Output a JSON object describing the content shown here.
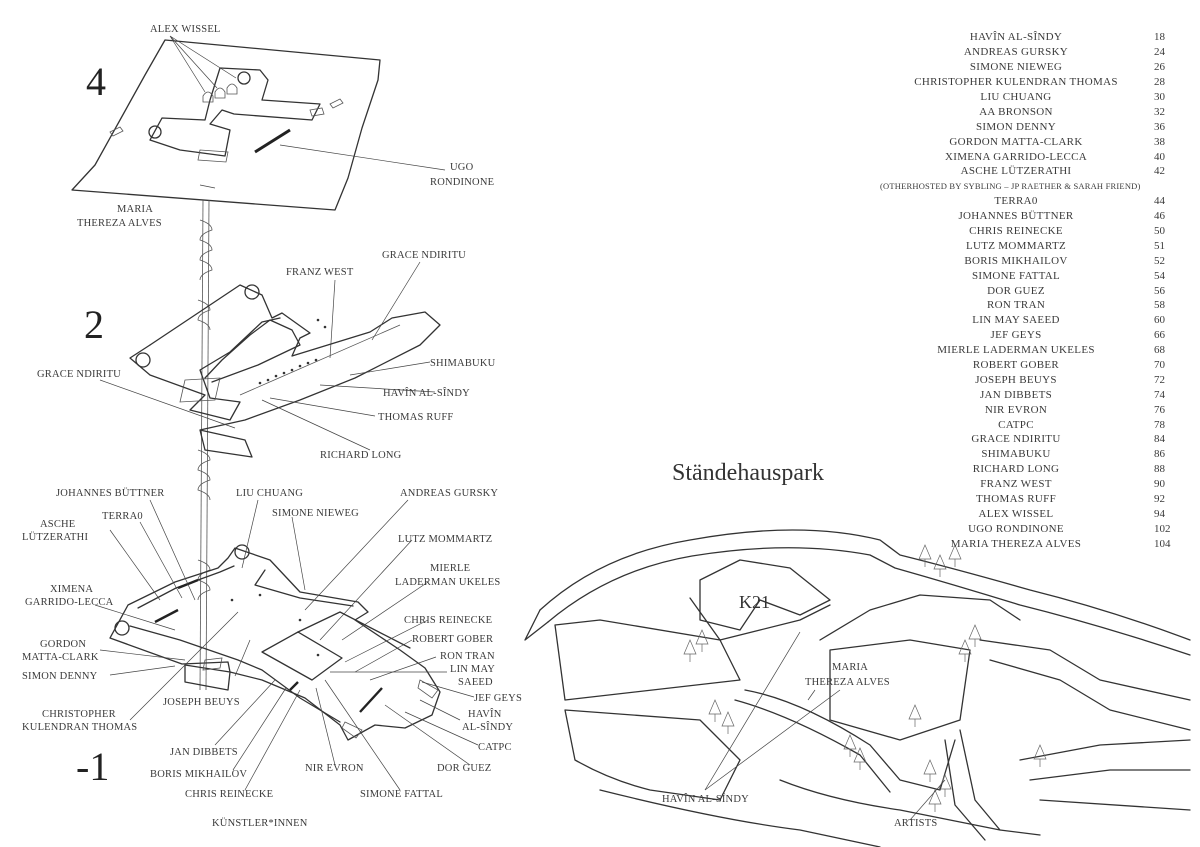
{
  "floors": [
    "4",
    "2",
    "-1"
  ],
  "floor4_labels": [
    "ALEX WISSEL",
    "UGO",
    "RONDINONE",
    "MARIA",
    "THEREZA ALVES"
  ],
  "floor2_labels": [
    "FRANZ WEST",
    "GRACE NDIRITU",
    "GRACE NDIRITU",
    "SHIMABUKU",
    "HAVÎN AL-SÎNDY",
    "THOMAS RUFF",
    "RICHARD LONG"
  ],
  "floor_minus1_labels": [
    "JOHANNES BÜTTNER",
    "LIU CHUANG",
    "ANDREAS GURSKY",
    "ASCHE",
    "LÜTZERATHI",
    "TERRA0",
    "SIMONE NIEWEG",
    "LUTZ MOMMARTZ",
    "MIERLE",
    "LADERMAN UKELES",
    "XIMENA",
    "GARRIDO-LECCA",
    "CHRIS REINECKE",
    "ROBERT GOBER",
    "GORDON",
    "MATTA-CLARK",
    "RON TRAN",
    "LIN MAY",
    "SAEED",
    "SIMON DENNY",
    "JEF GEYS",
    "HAVÎN",
    "AL-SÎNDY",
    "CHRISTOPHER",
    "KULENDRAN THOMAS",
    "JOSEPH BEUYS",
    "CATPC",
    "JAN DIBBETS",
    "BORIS MIKHAILOV",
    "NIR EVRON",
    "DOR GUEZ",
    "CHRIS REINECKE",
    "SIMONE FATTAL"
  ],
  "artists_heading": "KÜNSTLER*INNEN",
  "park": {
    "title": "Ständehauspark",
    "building": "K21",
    "labels": [
      "MARIA",
      "THEREZA ALVES",
      "HAVÎN AL-SÎNDY"
    ],
    "artists_heading": "ARTISTS"
  },
  "index": [
    {
      "name": "HAVÎN AL-SÎNDY",
      "page": "18"
    },
    {
      "name": "ANDREAS GURSKY",
      "page": "24"
    },
    {
      "name": "SIMONE NIEWEG",
      "page": "26"
    },
    {
      "name": "CHRISTOPHER KULENDRAN THOMAS",
      "page": "28"
    },
    {
      "name": "LIU CHUANG",
      "page": "30"
    },
    {
      "name": "AA BRONSON",
      "page": "32"
    },
    {
      "name": "SIMON DENNY",
      "page": "36"
    },
    {
      "name": "GORDON MATTA-CLARK",
      "page": "38"
    },
    {
      "name": "XIMENA GARRIDO-LECCA",
      "page": "40"
    },
    {
      "name": "ASCHE LÜTZERATHI",
      "page": "42"
    },
    {
      "name": "(OTHERHOSTED BY SYBLING – JP RAETHER & SARAH FRIEND)",
      "page": "",
      "note": true
    },
    {
      "name": "TERRA0",
      "page": "44"
    },
    {
      "name": "JOHANNES BÜTTNER",
      "page": "46"
    },
    {
      "name": "CHRIS REINECKE",
      "page": "50"
    },
    {
      "name": "LUTZ MOMMARTZ",
      "page": "51"
    },
    {
      "name": "BORIS MIKHAILOV",
      "page": "52"
    },
    {
      "name": "SIMONE FATTAL",
      "page": "54"
    },
    {
      "name": "DOR GUEZ",
      "page": "56"
    },
    {
      "name": "RON TRAN",
      "page": "58"
    },
    {
      "name": "LIN MAY SAEED",
      "page": "60"
    },
    {
      "name": "JEF GEYS",
      "page": "66"
    },
    {
      "name": "MIERLE LADERMAN UKELES",
      "page": "68"
    },
    {
      "name": "ROBERT GOBER",
      "page": "70"
    },
    {
      "name": "JOSEPH BEUYS",
      "page": "72"
    },
    {
      "name": "JAN DIBBETS",
      "page": "74"
    },
    {
      "name": "NIR EVRON",
      "page": "76"
    },
    {
      "name": "CATPC",
      "page": "78"
    },
    {
      "name": "GRACE NDIRITU",
      "page": "84"
    },
    {
      "name": "SHIMABUKU",
      "page": "86"
    },
    {
      "name": "RICHARD LONG",
      "page": "88"
    },
    {
      "name": "FRANZ WEST",
      "page": "90"
    },
    {
      "name": "THOMAS RUFF",
      "page": "92"
    },
    {
      "name": "ALEX WISSEL",
      "page": "94"
    },
    {
      "name": "UGO RONDINONE",
      "page": "102"
    },
    {
      "name": "MARIA THEREZA ALVES",
      "page": "104"
    }
  ]
}
